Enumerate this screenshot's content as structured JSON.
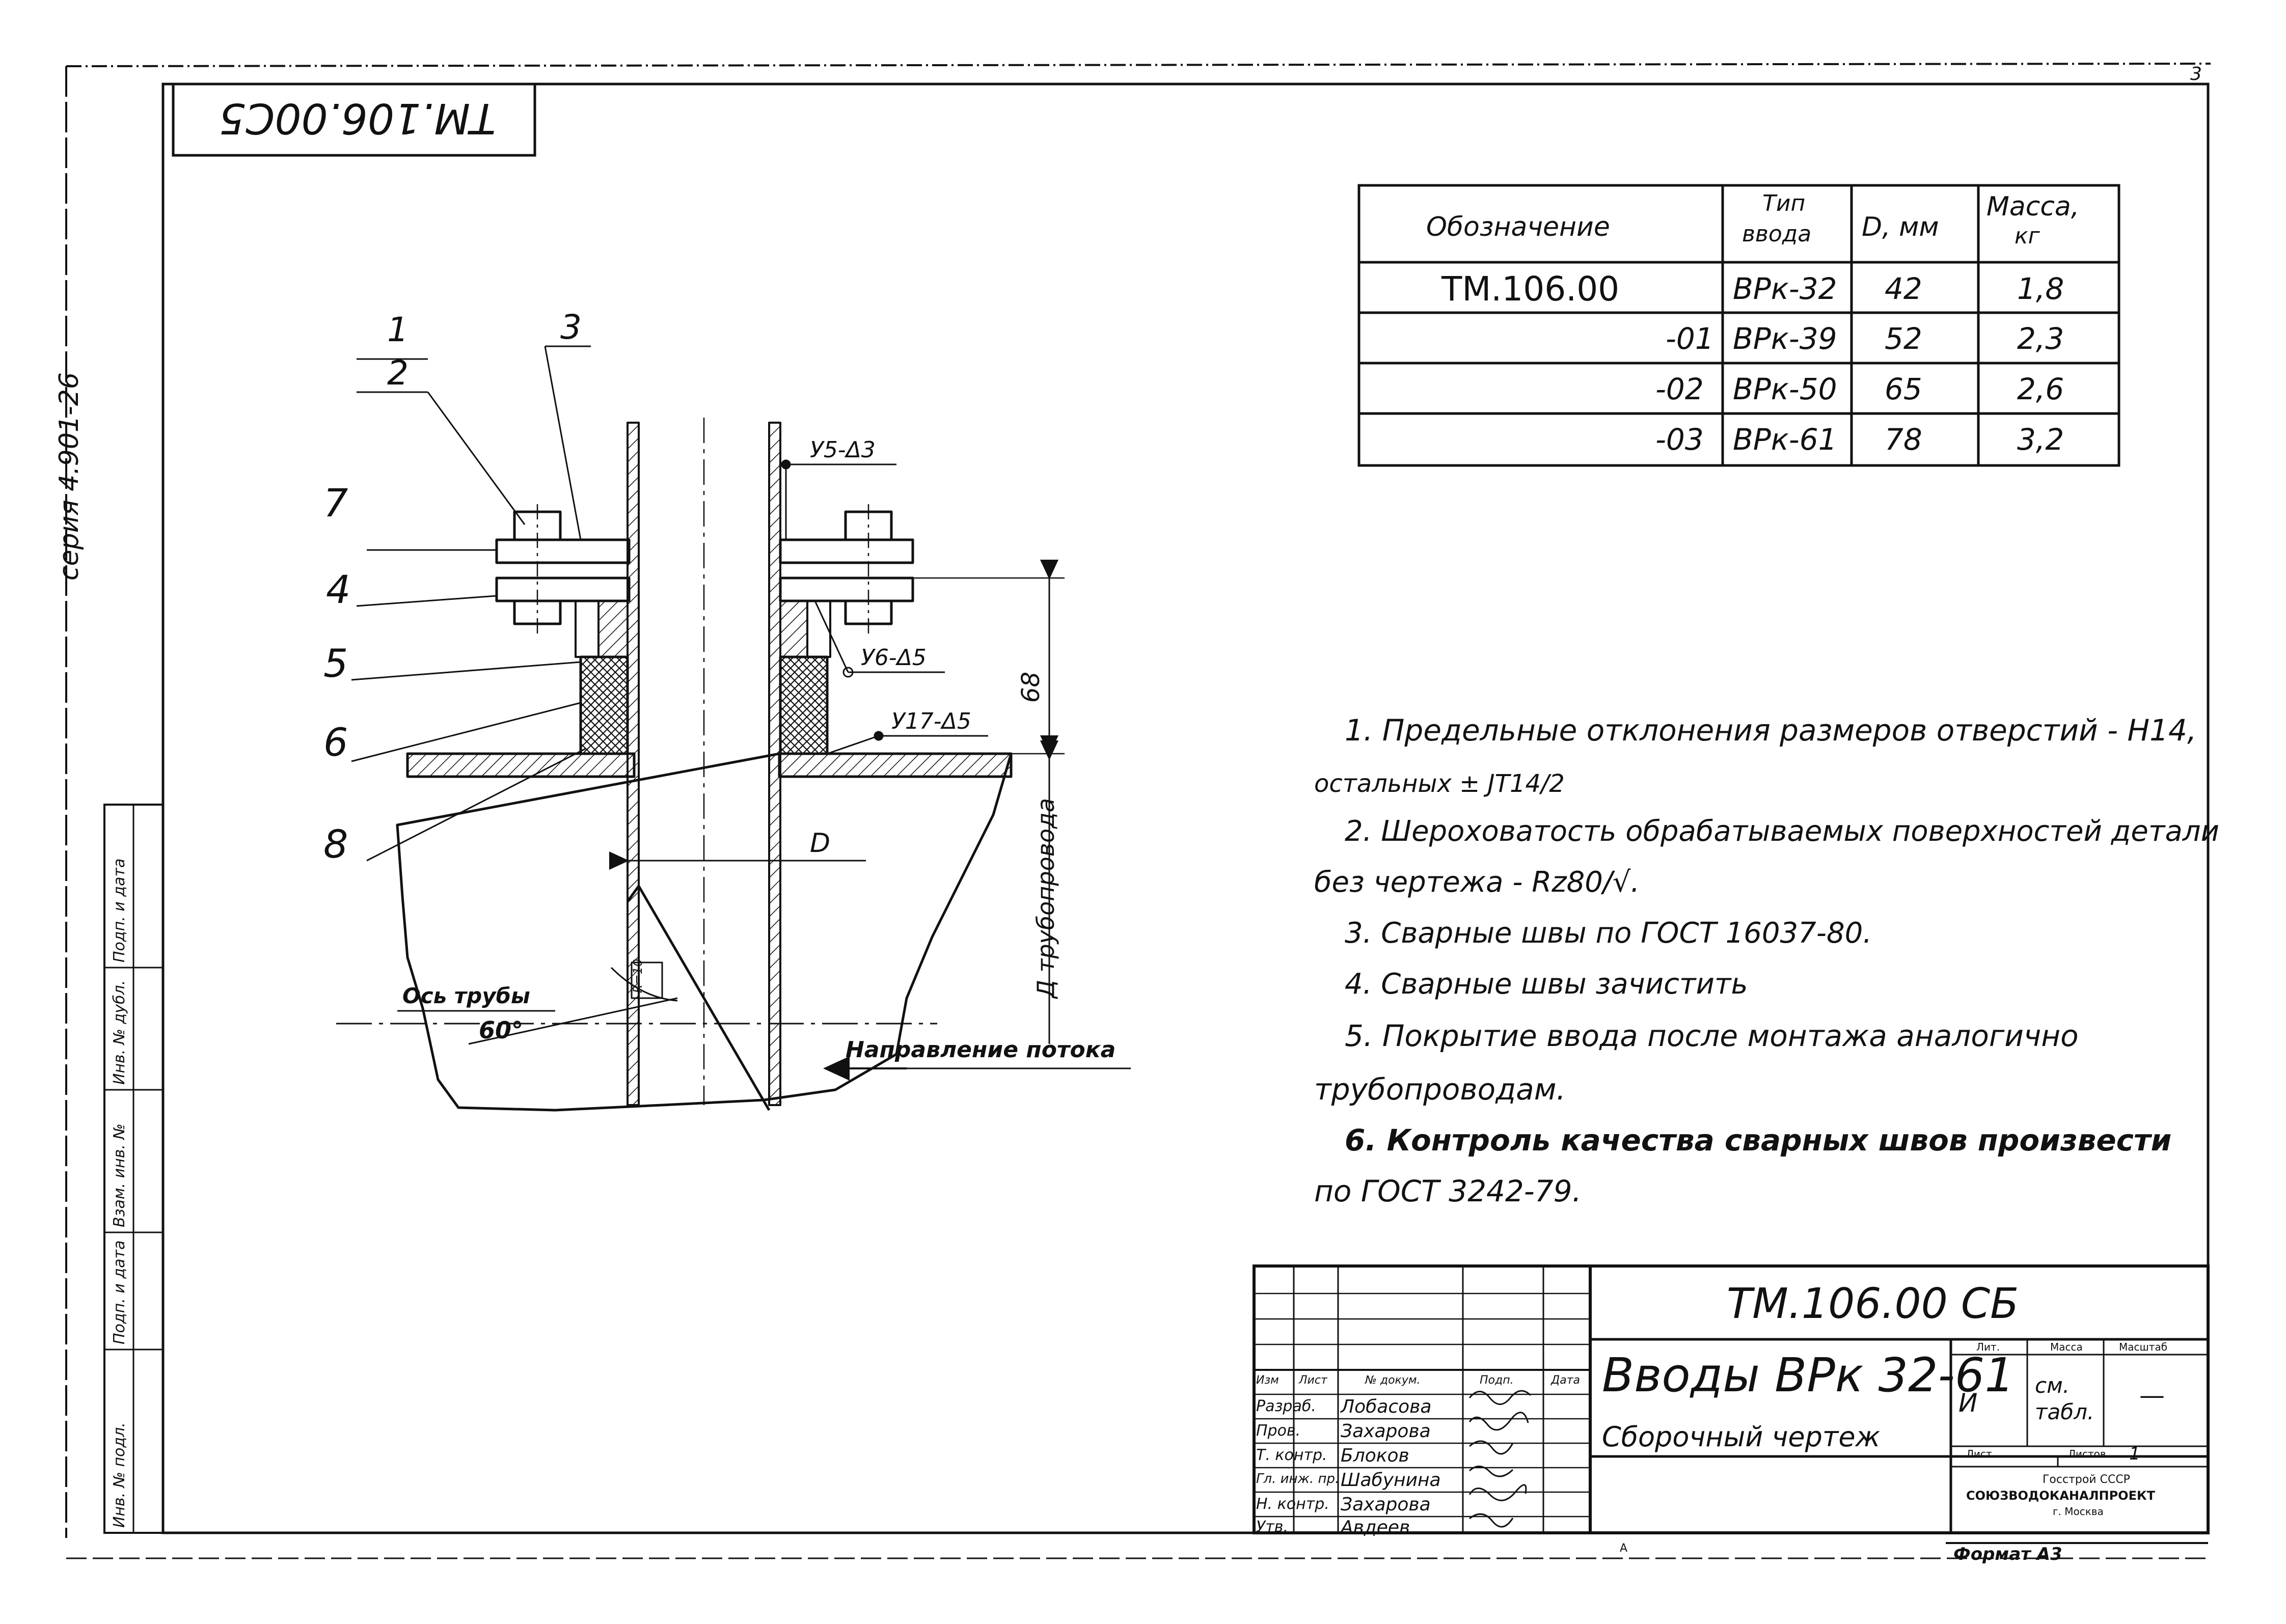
{
  "drawing": {
    "code_stamp": "ТМ.106.00С5",
    "series_label": "серия 4.901-26",
    "sheet_number": "3",
    "format_label": "Формат А3",
    "sheet_note": "А"
  },
  "spec_table": {
    "headers": {
      "designation": "Обозначение",
      "type_line1": "Тип",
      "type_line2": "ввода",
      "diameter": "D, мм",
      "mass_line1": "Масса,",
      "mass_line2": "кг"
    },
    "rows": [
      {
        "designation": "ТМ.106.00",
        "type": "ВРк-32",
        "diameter": "42",
        "mass": "1,8"
      },
      {
        "designation": "-01",
        "type": "ВРк-39",
        "diameter": "52",
        "mass": "2,3"
      },
      {
        "designation": "-02",
        "type": "ВРк-50",
        "diameter": "65",
        "mass": "2,6"
      },
      {
        "designation": "-03",
        "type": "ВРк-61",
        "diameter": "78",
        "mass": "3,2"
      }
    ]
  },
  "callouts": {
    "c1": "1",
    "c2": "2",
    "c3": "3",
    "c4": "4",
    "c5": "5",
    "c6": "6",
    "c7": "7",
    "c8": "8"
  },
  "weld_marks": {
    "w1": "У5-Δ3",
    "w2": "У6-Δ5",
    "w3": "У17-Δ5"
  },
  "dimensions": {
    "height": "68",
    "diameter": "D",
    "pipe_dia": "Д трубопровода",
    "radius": "R=10",
    "angle": "60°"
  },
  "labels": {
    "pipe_axis": "Ось трубы",
    "flow_direction": "Направление потока"
  },
  "notes": [
    "1. Предельные отклонения размеров отверстий - Н14,",
    "остальных ± JT14/2",
    "2. Шероховатость обрабатываемых поверхностей детали",
    "без чертежа - Rz80/√.",
    "3. Сварные швы по ГОСТ 16037-80.",
    "4. Сварные швы зачистить",
    "5. Покрытие ввода после монтажа аналогично",
    "трубопроводам.",
    "6. Контроль качества сварных швов произвести",
    "по ГОСТ 3242-79."
  ],
  "title_block": {
    "doc_code": "ТМ.106.00 СБ",
    "title": "Вводы ВРк 32-61",
    "subtitle": "Сборочный чертеж",
    "col_headers": {
      "change": "Изм",
      "sheet": "Лист",
      "doc_no": "№ докум.",
      "signature": "Подп.",
      "date": "Дата"
    },
    "staff": [
      {
        "role": "Разраб.",
        "name": "Лобасова"
      },
      {
        "role": "Пров.",
        "name": "Захарова"
      },
      {
        "role": "Т. контр.",
        "name": "Блоков"
      },
      {
        "role": "Гл. инж. пр.",
        "name": "Шабунина"
      },
      {
        "role": "Н. контр.",
        "name": "Захарова"
      },
      {
        "role": "Утв.",
        "name": "Авдеев"
      }
    ],
    "lit_header": "Лит.",
    "mass_header": "Масса",
    "scale_header": "Масштаб",
    "lit_value": "И",
    "mass_value_line1": "см.",
    "mass_value_line2": "табл.",
    "scale_value": "—",
    "sheet_header": "Лист",
    "sheets_header": "Листов",
    "sheets_value": "1",
    "org_line1": "Госстрой СССР",
    "org_line2": "СОЮЗВОДОКАНАЛПРОЕКТ",
    "org_line3": "г. Москва"
  },
  "side_stamp": {
    "inv_orig": "Инв. № подл.",
    "sign_date": "Подп. и дата",
    "replace_inv": "Взам. инв. №",
    "inv_dup": "Инв. № дубл.",
    "sign_date2": "Подп. и дата"
  }
}
